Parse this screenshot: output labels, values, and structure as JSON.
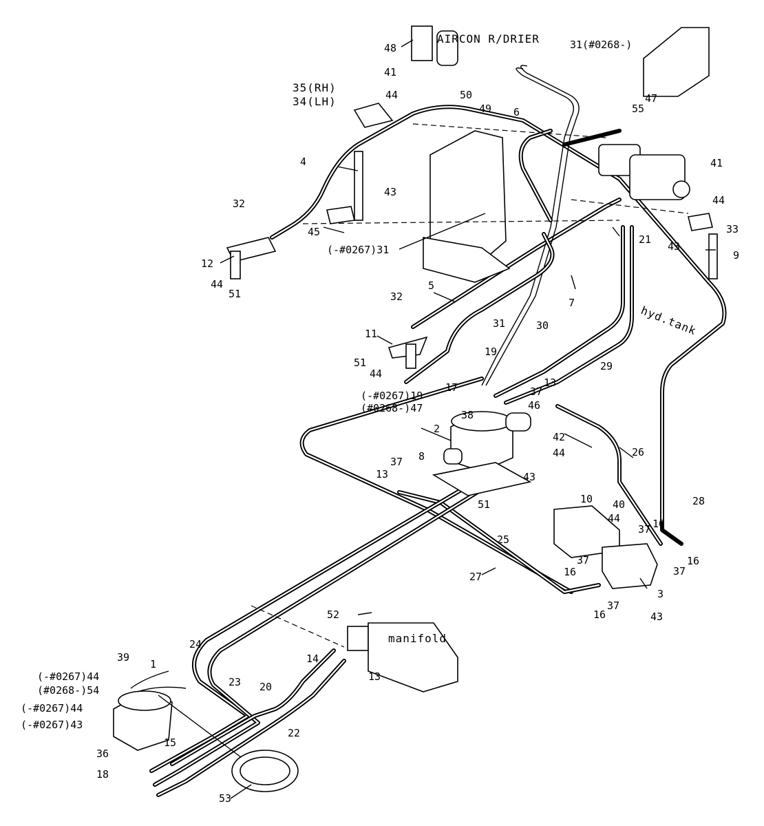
{
  "labels": {
    "aircon": "AIRCON R/DRIER",
    "hyd_tank": "hyd.tank",
    "manifold": "manifold",
    "p48": "48",
    "p31_0268": "31(#0268-)",
    "p41a": "41",
    "p50": "50",
    "p49": "49",
    "p35": "35(RH)",
    "p34": "34(LH)",
    "p44a": "44",
    "p47a": "47",
    "p55": "55",
    "p6": "6",
    "p4": "4",
    "p43a": "43",
    "p41b": "41",
    "p44b": "44",
    "p33": "33",
    "p32a": "32",
    "p45": "45",
    "p31_0267": "(-#0267)31",
    "p21": "21",
    "p43b": "43",
    "p9": "9",
    "p12": "12",
    "p44c": "44",
    "p51a": "51",
    "p7": "7",
    "p5": "5",
    "p32b": "32",
    "p31": "31",
    "p30": "30",
    "p29": "29",
    "p11": "11",
    "p51b": "51",
    "p44d": "44",
    "p19": "19",
    "p17": "17",
    "p19_0267": "(-#0267)19",
    "p47_0268": "(#0268-)47",
    "p13a": "13",
    "p37a": "37",
    "p38": "38",
    "p46": "46",
    "p42": "42",
    "p44e": "44",
    "p2": "2",
    "p26": "26",
    "p8": "8",
    "p37b": "37",
    "p13b": "13",
    "p43c": "43",
    "p51c": "51",
    "p28": "28",
    "p10": "10",
    "p40": "40",
    "p44f": "44",
    "p37c": "37",
    "p16a": "16",
    "p16b": "16",
    "p25": "25",
    "p27": "27",
    "p37d": "37",
    "p16c": "16",
    "p37e": "37",
    "p3": "3",
    "p16d": "16",
    "p37f": "37",
    "p43d": "43",
    "p52": "52",
    "p24": "24",
    "p39": "39",
    "p1": "1",
    "p44_0267a": "(-#0267)44",
    "p54_0268": "(#0268-)54",
    "p44_0267b": "(-#0267)44",
    "p43_0267": "(-#0267)43",
    "p14": "14",
    "p13c": "13",
    "p23": "23",
    "p20": "20",
    "p22": "22",
    "p15": "15",
    "p36": "36",
    "p18": "18",
    "p53": "53"
  }
}
